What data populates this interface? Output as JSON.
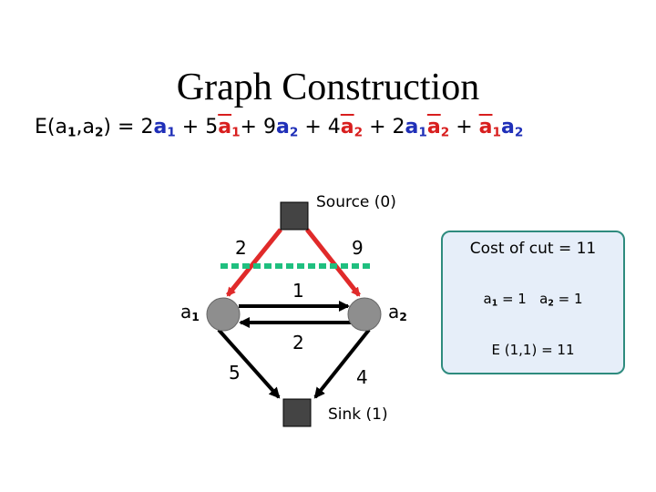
{
  "slide": {
    "title": "Graph Construction",
    "equation": {
      "lhs": "E(a",
      "lhs_sub1": "1",
      "lhs_mid": ",a",
      "lhs_sub2": "2",
      "lhs_end": ") = ",
      "t1_coef": "2",
      "t1_var": "a",
      "t1_sub": "1",
      "plus1": " + ",
      "t2_coef": "5",
      "t2_var": "a",
      "t2_sub": "1",
      "plus2": "+ ",
      "t3_coef": "9",
      "t3_var": "a",
      "t3_sub": "2",
      "plus3": " + ",
      "t4_coef": "4",
      "t4_var": "a",
      "t4_sub": "2",
      "plus4": " + ",
      "t5_coef": "2",
      "t5_var1": "a",
      "t5_sub1": "1",
      "t5_var2": "a",
      "t5_sub2": "2",
      "plus5": " + ",
      "t6_var1": "a",
      "t6_sub1": "1",
      "t6_var2": "a",
      "t6_sub2": "2"
    }
  },
  "graph": {
    "source_label": "Source (0)",
    "sink_label": "Sink (1)",
    "node_a1_var": "a",
    "node_a1_sub": "1",
    "node_a2_var": "a",
    "node_a2_sub": "2",
    "edge_source_a1": "2",
    "edge_source_a2": "9",
    "edge_a1_a2": "1",
    "edge_a2_a1": "2",
    "edge_a1_sink": "5",
    "edge_a2_sink": "4"
  },
  "result_box": {
    "cost_label": "Cost of cut = 11",
    "a1_var": "a",
    "a1_sub": "1",
    "a1_eq": " = 1",
    "a2_var": "a",
    "a2_sub": "2",
    "a2_eq": " = 1",
    "energy": "E (1,1) = 11"
  },
  "colors": {
    "red_edge": "#e02a2a",
    "black_edge": "#000000",
    "cut_line": "#1fbf7f",
    "node_gray": "#8e8e8e",
    "terminal_dark": "#444444",
    "box_bg": "#e6eef9",
    "box_border": "#2e8b7e",
    "blue_text": "#1f2fb8",
    "red_text": "#d81e1e"
  }
}
